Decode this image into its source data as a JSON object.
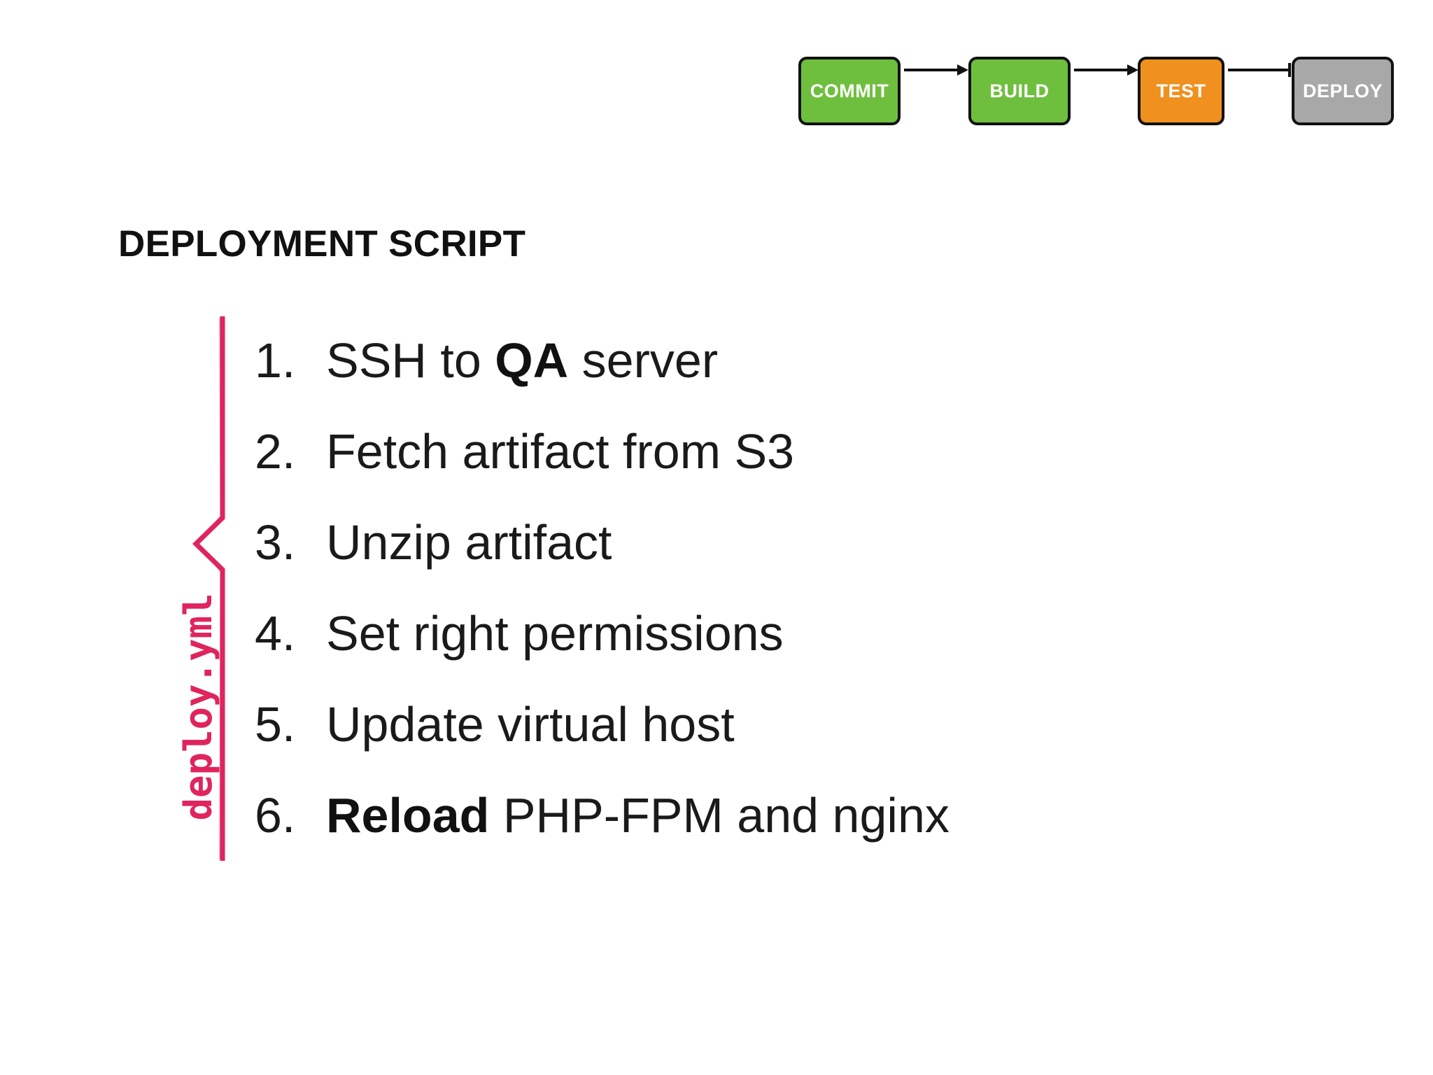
{
  "pipeline": {
    "stages": [
      {
        "label": "COMMIT",
        "color": "#6fbf3f"
      },
      {
        "label": "BUILD",
        "color": "#6fbf3f"
      },
      {
        "label": "TEST",
        "color": "#f0901f"
      },
      {
        "label": "DEPLOY",
        "color": "#a8a8a8"
      }
    ]
  },
  "heading": "DEPLOYMENT SCRIPT",
  "steps": [
    {
      "number": "1.",
      "before": "SSH to ",
      "bold": "QA",
      "after": " server"
    },
    {
      "number": "2.",
      "before": "Fetch artifact from S3",
      "bold": "",
      "after": ""
    },
    {
      "number": "3.",
      "before": "Unzip artifact",
      "bold": "",
      "after": ""
    },
    {
      "number": "4.",
      "before": "Set right permissions",
      "bold": "",
      "after": ""
    },
    {
      "number": "5.",
      "before": "Update virtual host",
      "bold": "",
      "after": ""
    },
    {
      "number": "6.",
      "before": "",
      "bold": "Reload",
      "after": " PHP-FPM and nginx"
    }
  ],
  "brace": {
    "label": "deploy.yml",
    "color": "#e0245e"
  }
}
